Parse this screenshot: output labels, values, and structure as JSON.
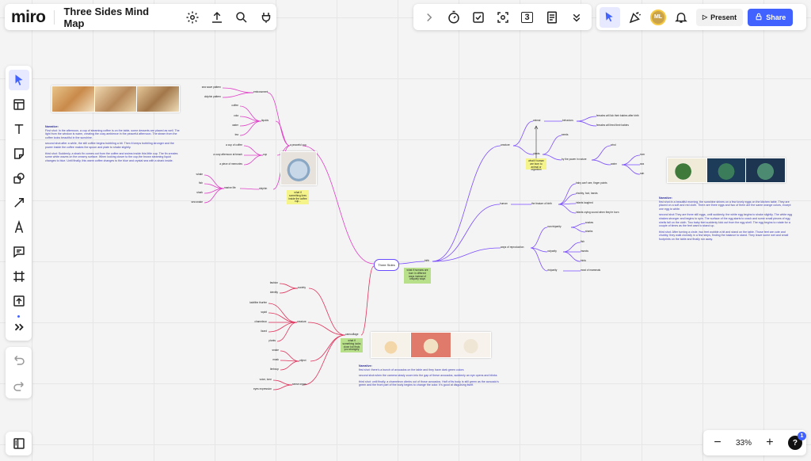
{
  "app": {
    "logo": "miro",
    "board_title": "Three Sides Mind Map"
  },
  "topbar": {
    "present_label": "Present",
    "share_label": "Share",
    "avatar_initials": "ML",
    "frames_count": "3"
  },
  "zoom": {
    "level": "33%",
    "minus": "−",
    "plus": "+",
    "help_badge": "1"
  },
  "colors": {
    "accent": "#4262ff",
    "pink_branch": "#e040c8",
    "purple_branch": "#7a4cff",
    "red_branch": "#e0305a"
  },
  "mindmap": {
    "center": "Three Sides",
    "center_sticky": "what if humans are born in different ways instead of uniquely ways",
    "top": {
      "node": "a peaceful cup",
      "sticky": "what if something lives inside the coffee cup...",
      "embossment": "embossment",
      "embossment_items": [
        "sea wave pattern",
        "dolphin pattern"
      ],
      "liquids": "liquids",
      "liquids_items": [
        "coffee",
        "cola",
        "water",
        "tea"
      ],
      "cup": "cup",
      "cup_items": [
        "a cup of coffee",
        "a cozy afternoon at beach",
        "a piece of memories"
      ],
      "dolphin": "dolphin",
      "marine": "marine life",
      "marine_items": [
        "whale",
        "fish",
        "shark",
        "sea snake"
      ]
    },
    "bottom": {
      "node": "camouflage",
      "sticky": "what if something looks close but finds you strangely",
      "society": "society",
      "society_items": [
        "fashion",
        "identity"
      ],
      "creature": "creature",
      "creature_items": [
        "kabilthe thurfee",
        "squid",
        "chameleon",
        "lizard",
        "plants"
      ],
      "object": "object",
      "object_items": [
        "snake",
        "mask",
        "limbcup"
      ],
      "sense": "sense organ",
      "sense_items": [
        "voice, tone",
        "eyes expression"
      ]
    },
    "right": {
      "node": "birth",
      "sticky": "what if human are born to animal or organism",
      "creature": "creature",
      "animal": "animal",
      "behaviors": "behaviors",
      "behavior_items": [
        "females will lick their babies after birth",
        "females will feed their babies"
      ],
      "plants": "plants",
      "seeds": "seeds",
      "nature": "by the power in nature",
      "wind": "wind",
      "water": "water",
      "water_items": [
        "river",
        "sea",
        "rain"
      ],
      "human": "human",
      "features": "the feature of birth",
      "feature_items": [
        "baby can't see, finger points",
        "chubby, foot, hands",
        "infants laughed",
        "infants crying sound when they're born"
      ],
      "reproduction": "ways of reproduction",
      "oviparity": "ovoviviparity",
      "ovi_items": [
        "snakes",
        "sharks"
      ],
      "oviparous": "oviparity",
      "ovip_items": [
        "fish",
        "insects",
        "birds"
      ],
      "viviparity": "viviparity",
      "vivi_items": [
        "most of mammals"
      ]
    }
  },
  "narratives": {
    "left": {
      "title": "Narrative:",
      "paragraphs": [
        "First shot: In the afternoon, a cup of steaming coffee is on the table, some desserts are placed as well. The light from the window is warm, creating the cozy ambience in the peaceful afternoon. The steam from the coffee looks beautiful in the sunshine.",
        "second shot:after a while, the still coffee begins bubbling a bit. Then it keeps bubbling stronger and the power inside the coffee makes the spoon and plate to shake slightly.",
        "third shot: Suddenly, a shark fin comes out from the coffee and swims inside this little cup. The fin creates some white waves on the creamy surface. When looking closer to the cup,the brown steaming liquid changes to blue. Until finally, this warm coffee changes to the blue and crystal sea with a shark inside."
      ]
    },
    "right": {
      "title": "Narrative:",
      "paragraphs": [
        "first shot:In a beautiful morning, the sunshine shines on a few lovely eggs on the kitchen table. They are placed on a soft and red cloth. There are three eggs and two of them are the same orange colors, except one egg is white.",
        "second shot:They are three still eggs, until suddenly, the white egg begins to shake slightly. The white egg shakes stronger and begins to spin. The surface of the egg starts to crack and some small pieces of egg shells fall on the cloth. Two baby feet suddenly kick out from the egg shell. The egg begins to rotate for a couple of times as the feet want to stand up.",
        "third shot: After turning a circle, two feet wobble a bit and stand on the table. Those feet are cute and chubby, they walk clumsily in a few steps, finding the balance to stand. They leave some wet and small footprints on the table and finally run away."
      ]
    },
    "bottom": {
      "title": "Narrative:",
      "paragraphs": [
        "first shot: there's a bunch of avocados on the table and they have dark green colors",
        "second shot:when the camera slowly zoom into the gap of these avocados, suddenly an eye opens and blinks",
        "third shot: until finally, a chameleon climbs out of those avocados. Half of its body is still green as the avocado's green and the front part of the body begins to change the color. It's good at disguising itself."
      ]
    }
  }
}
